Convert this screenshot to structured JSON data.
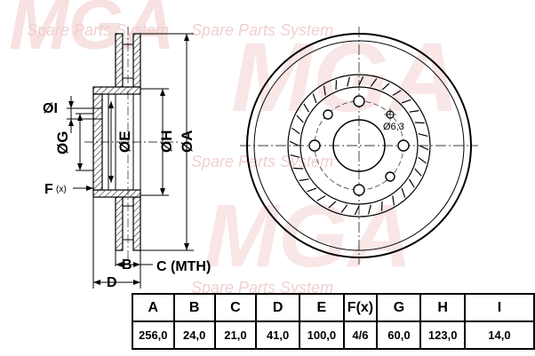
{
  "watermark": {
    "brand": "MGA",
    "tagline": "Spare Parts System"
  },
  "labels": {
    "I": "ØI",
    "G": "ØG",
    "E": "ØE",
    "H": "ØH",
    "A": "ØA",
    "F": "F",
    "F_note": "(x)",
    "B": "B",
    "C": "C (MTH)",
    "D": "D",
    "hole": "Ø6,3"
  },
  "table": {
    "headers": [
      "A",
      "B",
      "C",
      "D",
      "E",
      "F(x)",
      "G",
      "H",
      "I"
    ],
    "values": [
      "256,0",
      "24,0",
      "21,0",
      "41,0",
      "100,0",
      "4/6",
      "60,0",
      "123,0",
      "14,0"
    ]
  }
}
